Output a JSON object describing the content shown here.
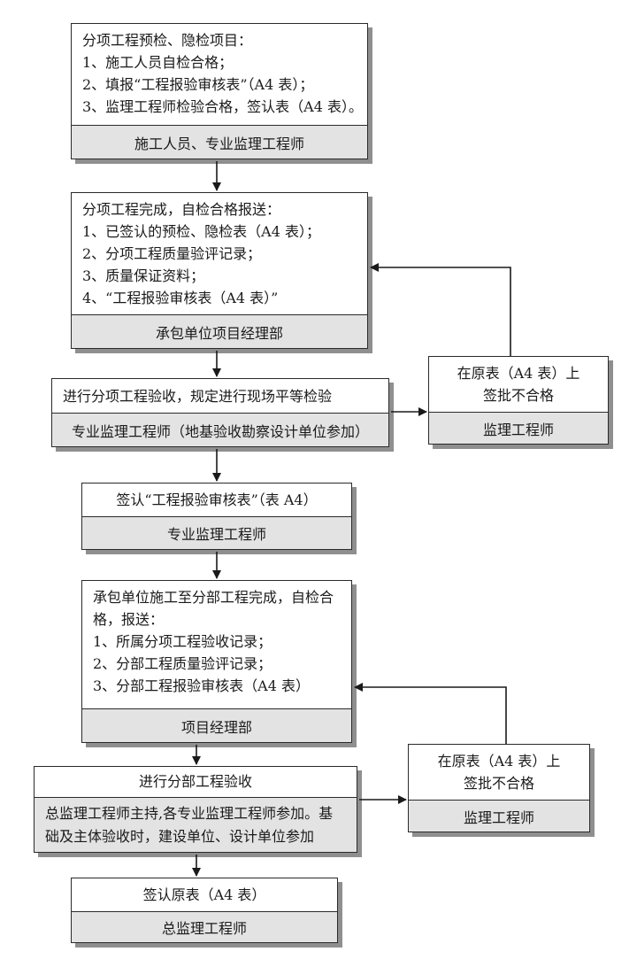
{
  "boxes": [
    {
      "id": "b1",
      "lines": [
        "分项工程预检、隐检项目：",
        "1、施工人员自检合格；",
        "2、填报“工程报验审核表”（A4 表）；",
        "3、监理工程师检验合格，签认表（A4 表）。"
      ],
      "footer": "施工人员、专业监理工程师"
    },
    {
      "id": "b2",
      "lines": [
        "分项工程完成，自检合格报送：",
        "1、已签认的预检、隐检表（A4 表）；",
        "2、分项工程质量验评记录；",
        "3、质量保证资料；",
        "4、“工程报验审核表（A4 表）”"
      ],
      "footer": "承包单位项目经理部"
    },
    {
      "id": "b3",
      "lines": [
        "进行分项工程验收，规定进行现场平等检验"
      ],
      "footer": "专业监理工程师（地基验收勘察设计单位参加）"
    },
    {
      "id": "r1",
      "lines": [
        "在原表（A4 表）上",
        "签批不合格"
      ],
      "footer": "监理工程师"
    },
    {
      "id": "b4",
      "lines": [
        "签认“工程报验审核表”（表 A4）"
      ],
      "footer": "专业监理工程师"
    },
    {
      "id": "b5",
      "lines": [
        "承包单位施工至分部工程完成，自检合格，报送：",
        "1、所属分项工程验收记录；",
        "2、分部工程质量验评记录；",
        "3、分部工程报验审核表（A4 表）"
      ],
      "footer": "项目经理部"
    },
    {
      "id": "r2",
      "lines": [
        "在原表（A4 表）上",
        "签批不合格"
      ],
      "footer": "监理工程师"
    },
    {
      "id": "b6",
      "lines": [
        "进行分部工程验收"
      ],
      "footer": "总监理工程师主持,各专业监理工程师参加。基础及主体验收时，建设单位、设计单位参加"
    },
    {
      "id": "b7",
      "lines": [
        "签认原表（A4 表）"
      ],
      "footer": "总监理工程师"
    }
  ]
}
